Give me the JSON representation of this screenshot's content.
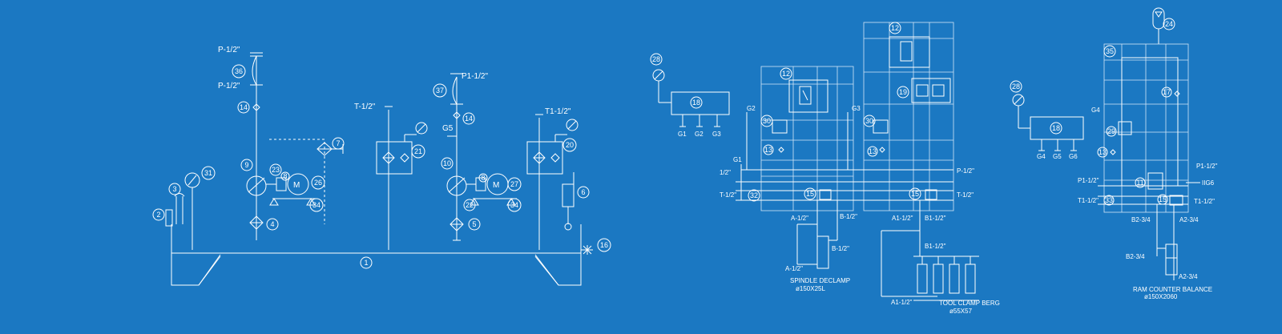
{
  "colors": {
    "background": "#1b78c2",
    "line": "#ffffff"
  },
  "left": {
    "p_half_1": "P-1/2\"",
    "p_half_2": "P-1/2\"",
    "t_half": "T-1/2\"",
    "p1_half": "P1-1/2\"",
    "t1_half": "T1-1/2\"",
    "g5": "G5",
    "motor_1": "M",
    "motor_2": "M"
  },
  "middle": {
    "g1": "G1",
    "g2": "G2",
    "g3": "G3",
    "g_g1": "G1",
    "g_g2": "G2",
    "g_g3": "G3",
    "in_half": "1/2\"",
    "t_half": "T-1/2\"",
    "p_half_right": "P-1/2\"",
    "t_half_right": "T-1/2\"",
    "a_half": "A-1/2\"",
    "b_half": "B-1/2\"",
    "b_half_2": "B-1/2\"",
    "a_half_2": "A-1/2\"",
    "a1_half": "A1-1/2\"",
    "b1_half": "B1-1/2\"",
    "b1_half_2": "B1-1/2\"",
    "a1_half_2": "A1-1/2\"",
    "spindle_title": "SPINDLE DECLAMP",
    "spindle_size": "ø150X25L",
    "tool_title": "TOOL CLAMP BERG",
    "tool_size": "ø55X57"
  },
  "right": {
    "g4": "G4",
    "g_g4": "G4",
    "g_g5": "G5",
    "g_g6": "G6",
    "p1_half_left": "P1-1/2\"",
    "t1_half_left": "T1-1/2\"",
    "p1_half_right": "P1-1/2\"",
    "t1_half_right": "T1-1/2\"",
    "g6_tag": "IIG6",
    "b2": "B2-3/4",
    "a2": "A2-3/4",
    "b2_2": "B2-3/4",
    "a2_2": "A2-3/4",
    "ram_title": "RAM COUNTER BALANCE",
    "ram_size": "ø150X2060"
  },
  "balloons": {
    "b1": "1",
    "b2": "2",
    "b3": "3",
    "b4": "4",
    "b5": "5",
    "b6": "6",
    "b7": "7",
    "b9": "9",
    "b10": "10",
    "b14a": "14",
    "b14b": "14",
    "b16": "16",
    "b20": "20",
    "b21": "21",
    "b22": "22",
    "b23": "23",
    "b26": "26",
    "b27": "27",
    "b31": "31",
    "b34a": "34",
    "b34b": "34",
    "b36": "36",
    "b37": "37",
    "b8a": "8",
    "b8b": "8",
    "m28": "28",
    "m18": "18",
    "m12a": "12",
    "m12b": "12",
    "m19": "19",
    "m30a": "30",
    "m30b": "30",
    "m13a": "13",
    "m13b": "13",
    "m15a": "15",
    "m15b": "15",
    "m32": "32",
    "r28": "28",
    "r18": "18",
    "r24": "24",
    "r35": "35",
    "r17": "17",
    "r29": "29",
    "r13": "13",
    "r11": "11",
    "r15": "15",
    "r33": "33"
  }
}
